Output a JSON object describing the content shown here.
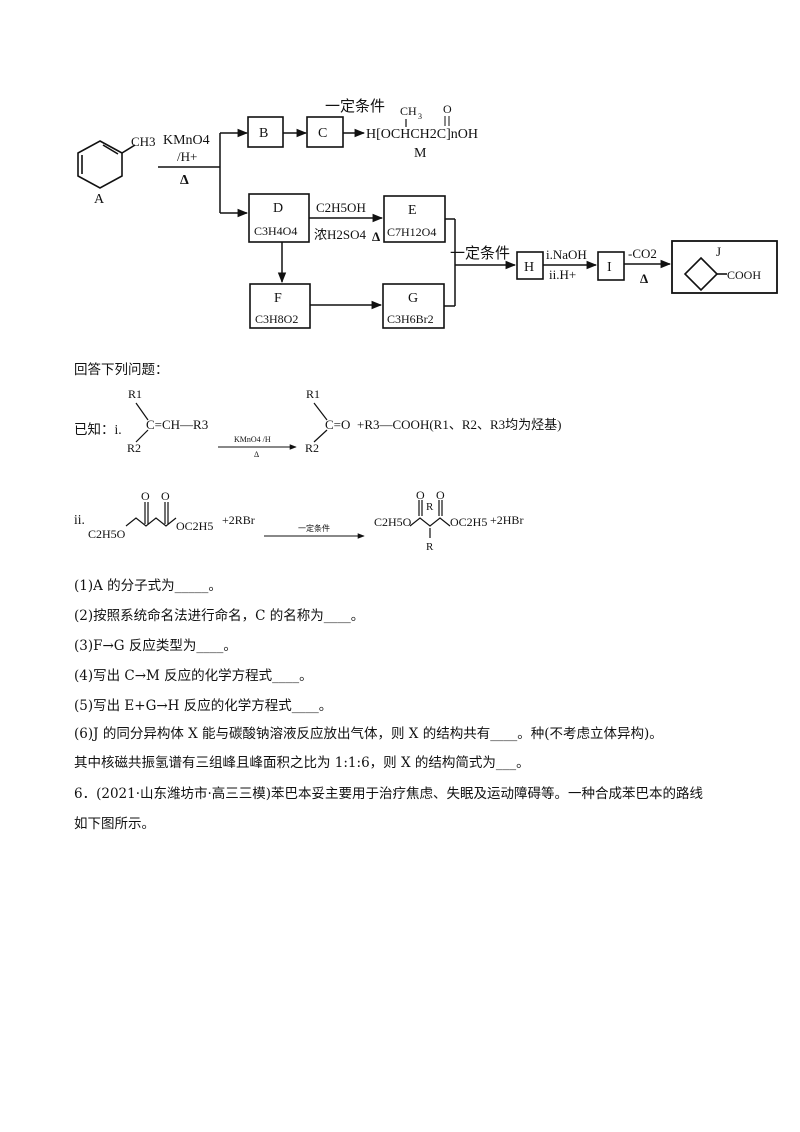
{
  "scheme": {
    "A": "A",
    "B": "B",
    "C": "C",
    "D": "D",
    "D_formula": "C3H4O4",
    "E": "E",
    "E_formula": "C7H12O4",
    "F": "F",
    "F_formula": "C3H8O2",
    "G": "G",
    "G_formula": "C3H6Br2",
    "H": "H",
    "I": "I",
    "J": "J",
    "J_group": "COOH",
    "CH3": "CH3",
    "kmno4": "KMnO4",
    "h_plus": "/H+",
    "heat": "Δ",
    "condition": "一定条件",
    "ethanol": "C2H5OH",
    "conc_h2so4": "浓H2SO4",
    "naoh": "i.NaOH",
    "acid": "ii.H+",
    "minus_co2": "-CO2",
    "M": "M",
    "M_formula": "H[OCHCH2C]nOH"
  },
  "known": {
    "intro": "回答下列问题：",
    "label_known": "已知：i.",
    "r1": "R1",
    "r2": "R2",
    "r3": "R3",
    "alkene": "C=CH—R3",
    "reagent1": "KMnO4 /H",
    "reagent1_heat": "Δ",
    "ketone": "C=O",
    "product1": "+R3—COOH(R1、R2、R3均为烃基)",
    "label_ii": "ii.",
    "ester_left": "C2H5O",
    "ester_right": "OC2H5",
    "plus_rbr": "+2RBr",
    "reagent2": "一定条件",
    "prod_left": "C2H5O",
    "prod_right": "OC2H5",
    "prod_extra": "+2HBr",
    "R": "R",
    "O": "O"
  },
  "questions": [
    "(1)A 的分子式为_____。",
    "(2)按照系统命名法进行命名，C 的名称为____。",
    "(3)F→G 反应类型为____。",
    "(4)写出 C→M 反应的化学方程式____。",
    "(5)写出 E+G→H 反应的化学方程式____。",
    "(6)J 的同分异构体 X 能与碳酸钠溶液反应放出气体，则 X 的结构共有____。种(不考虑立体异构)。",
    "其中核磁共振氢谱有三组峰且峰面积之比为 1:1:6，则 X 的结构简式为___。"
  ],
  "problem6": {
    "line1": "6．(2021·山东潍坊市·高三三模)苯巴本妥主要用于治疗焦虑、失眠及运动障碍等。一种合成苯巴本的路线",
    "line2": "如下图所示。"
  }
}
